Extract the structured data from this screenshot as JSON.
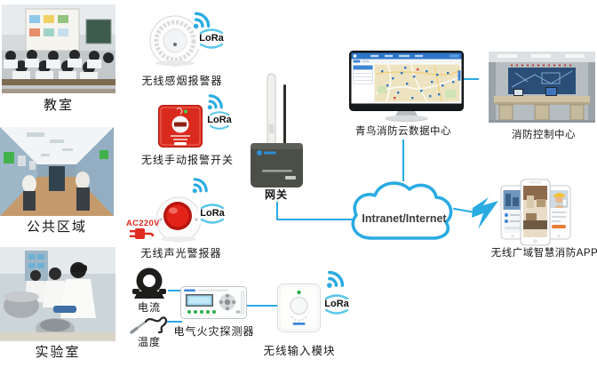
{
  "colors": {
    "accent_blue": "#29ABE2",
    "alert_red": "#D9261C"
  },
  "locations": [
    {
      "label": "教室"
    },
    {
      "label": "公共区域"
    },
    {
      "label": "实验室"
    }
  ],
  "sensors": {
    "smoke": {
      "label": "无线感烟报警器"
    },
    "manual": {
      "label": "无线手动报警开关"
    },
    "sound_light": {
      "label": "无线声光警报器",
      "power": "AC220V"
    }
  },
  "gateway": {
    "label": "网关"
  },
  "cloud": {
    "label": "Intranet/Internet"
  },
  "datacenter": {
    "label": "青鸟消防云数据中心"
  },
  "control_center": {
    "label": "消防控制中心"
  },
  "app": {
    "label": "无线广域智慧消防APP"
  },
  "electrical": {
    "current": {
      "label": "电流"
    },
    "temperature": {
      "label": "温度"
    },
    "detector": {
      "label": "电气火灾探测器"
    },
    "module": {
      "label": "无线输入模块"
    }
  },
  "badge": {
    "lora": "LoRa"
  }
}
